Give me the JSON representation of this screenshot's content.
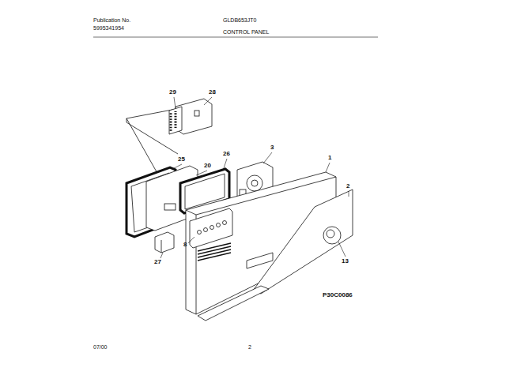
{
  "diagram": {
    "title": "CONTROL PANEL",
    "labels": [
      "Publication No.",
      "5995341954",
      "GLDB653JT0",
      "29",
      "28",
      "3",
      "1",
      "26",
      "25",
      "20",
      "2",
      "8",
      "27",
      "13",
      "P30C0086",
      "07/00",
      "2"
    ]
  }
}
